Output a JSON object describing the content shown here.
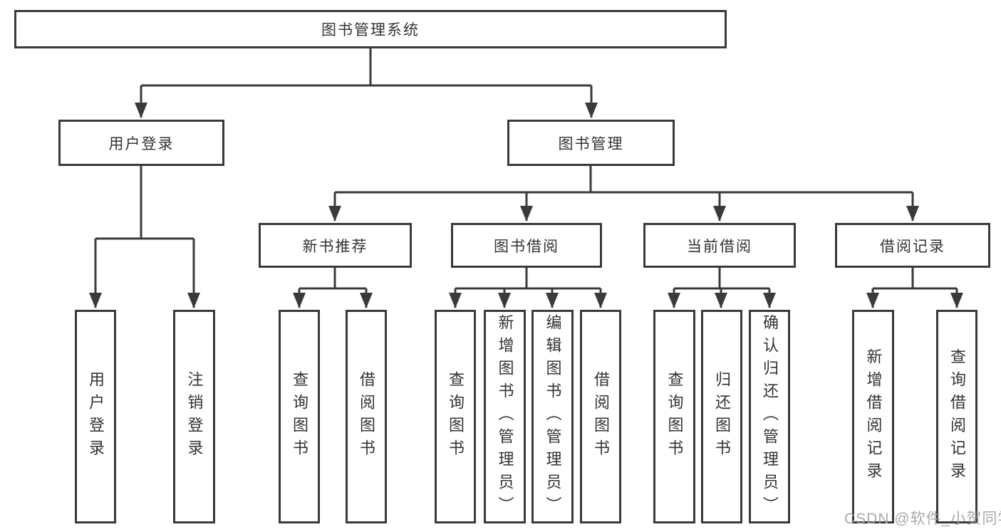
{
  "tree": {
    "root": "图书管理系统",
    "branches": [
      {
        "label": "用户登录",
        "children": [
          "用户登录",
          "注销登录"
        ]
      },
      {
        "label": "图书管理",
        "groups": [
          {
            "label": "新书推荐",
            "children": [
              "查询图书",
              "借阅图书"
            ]
          },
          {
            "label": "图书借阅",
            "children": [
              "查询图书",
              "新增图书（管理员）",
              "编辑图书（管理员）",
              "借阅图书"
            ]
          },
          {
            "label": "当前借阅",
            "children": [
              "查询图书",
              "归还图书",
              "确认归还（管理员）"
            ]
          },
          {
            "label": "借阅记录",
            "children": [
              "新增借阅记录",
              "查询借阅记录"
            ]
          }
        ]
      }
    ]
  },
  "watermark": {
    "text": "CSDN @软件_小贺同学"
  },
  "colors": {
    "line": "#3a3a3a",
    "text": "#333333",
    "watermark": "#9e9e9e"
  }
}
